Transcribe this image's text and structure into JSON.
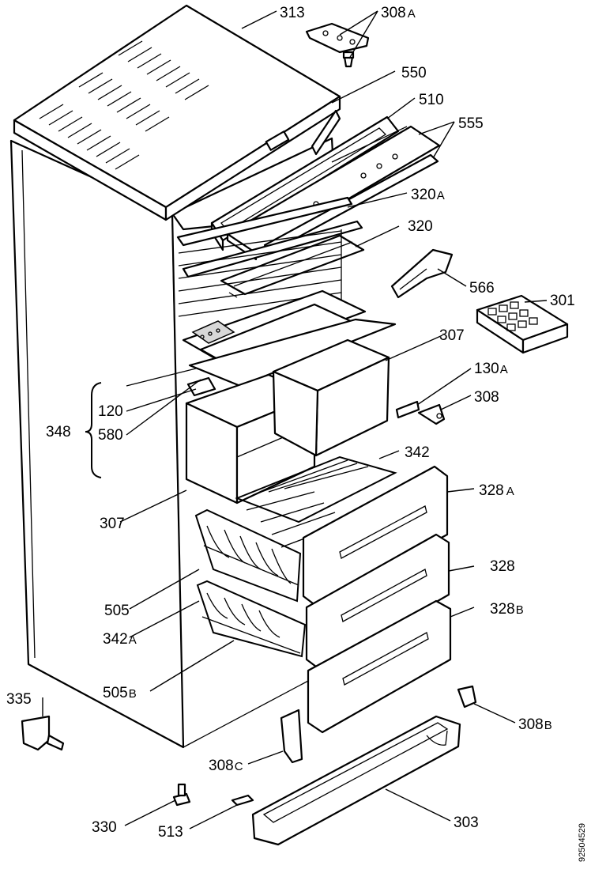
{
  "labels": {
    "l313": "313",
    "l308a": "308",
    "l308a_suffix": "A",
    "l550": "550",
    "l510": "510",
    "l555": "555",
    "l320a": "320",
    "l320a_suffix": "A",
    "l320": "320",
    "l566": "566",
    "l301": "301",
    "l307_top": "307",
    "l130a": "130",
    "l130a_suffix": "A",
    "l308": "308",
    "l120": "120",
    "l348": "348",
    "l580": "580",
    "l342": "342",
    "l328a": "328",
    "l328a_suffix": "A",
    "l307_bottom": "307",
    "l328": "328",
    "l505": "505",
    "l328b": "328",
    "l328b_suffix": "B",
    "l342a": "342",
    "l342a_suffix": "A",
    "l505b": "505",
    "l505b_suffix": "B",
    "l335": "335",
    "l308b": "308",
    "l308b_suffix": "B",
    "l308c": "308",
    "l308c_suffix": "C",
    "l330": "330",
    "l513": "513",
    "l303": "303"
  },
  "doc_number": "92504529"
}
